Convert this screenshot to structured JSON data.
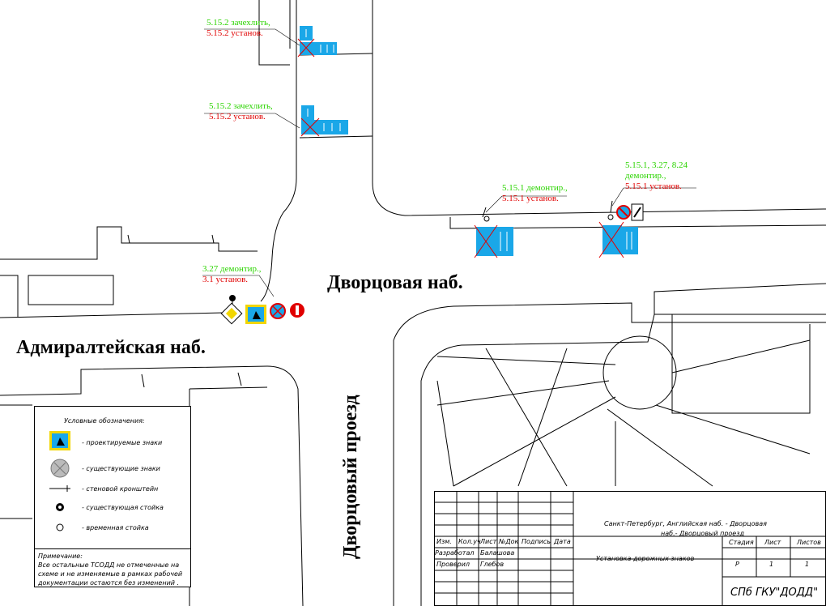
{
  "streets": {
    "dvortsovaya": "Дворцовая наб.",
    "admiralteyskaya": "Адмиралтейская наб.",
    "dvortsovy_proezd": "Дворцовый проезд"
  },
  "annotations": {
    "a1_green": "5.15.2 зачехлить,",
    "a1_red": "5.15.2 установ.",
    "a2_green": "5.15.2 зачехлить,",
    "a2_red": "5.15.2 установ.",
    "a3_green": "5.15.1 демонтир.,",
    "a3_red": "5.15.1 установ.",
    "a4_green_1": "5.15.1, 3.27, 8.24",
    "a4_green_2": "демонтир.,",
    "a4_red": "5.15.1 установ.",
    "a5_green": "3.27 демонтир.,",
    "a5_red": "3.1 установ."
  },
  "legend": {
    "title": "Условные обозначения:",
    "items": [
      "- проектируемые знаки",
      "- существующие знаки",
      "- стеновой кронштейн",
      "- существующая стойка",
      "- временная стойка"
    ],
    "note_title": "Примечание:",
    "note_lines": [
      "Все остальные ТСОДД не отмеченные на",
      "схеме и не изменяемые в рамках рабочей",
      "документации остаются без изменений ."
    ]
  },
  "stamp": {
    "headers": [
      "Изм.",
      "Кол.уч",
      "Лист",
      "№Док",
      "Подпись",
      "Дата"
    ],
    "row1_role": "Разработал",
    "row1_name": "Балашова",
    "row2_role": "Проверил",
    "row2_name": "Глебов",
    "project_line1": "Санкт-Петербург, Английская наб. - Дворцовая",
    "project_line2": "наб.- Дворцовый проезд",
    "work_title": "Установка дорожных знаков",
    "col_stage": "Стадия",
    "col_sheet": "Лист",
    "col_sheets": "Листов",
    "stage": "Р",
    "sheet": "1",
    "sheets": "1",
    "org": "СПб  ГКУ\"ДОДД\""
  },
  "colors": {
    "sign_blue": "#1aa7e8",
    "existing_red": "#e00000",
    "green_text": "#2bd400",
    "warning_yellow": "#f2d600"
  }
}
